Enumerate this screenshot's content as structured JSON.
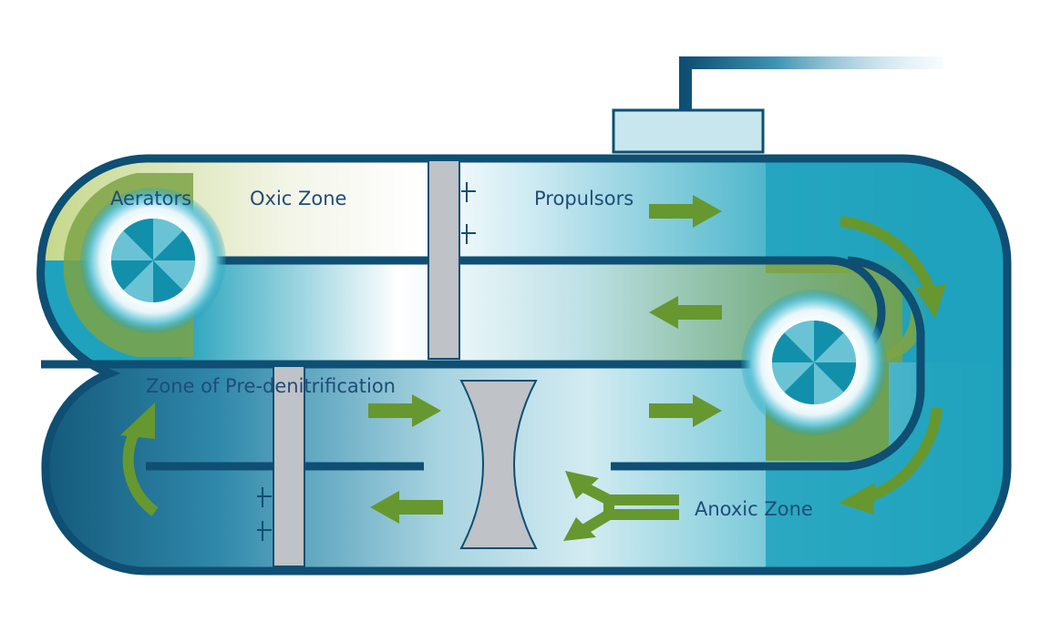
{
  "labels": {
    "aerators": "Aerators",
    "oxic_zone": "Oxic Zone",
    "propulsors": "Propulsors",
    "pre_denitrification": "Zone of Pre-denitrification",
    "anoxic_zone": "Anoxic Zone"
  },
  "colors": {
    "outline": "#0e4f73",
    "tank_teal": "#1fa2bd",
    "light_water": "#c7e6ee",
    "olive_green": "#7da346",
    "arrow_green": "#66982f",
    "baffle_gray": "#bfc2c6",
    "label_blue": "#1f4c78"
  },
  "icons": {
    "aerator": "aerator-wheel-icon",
    "propulsor": "propulsor-icon",
    "flow_arrow": "flow-arrow-icon",
    "mixer": "hourglass-mixer-icon"
  }
}
